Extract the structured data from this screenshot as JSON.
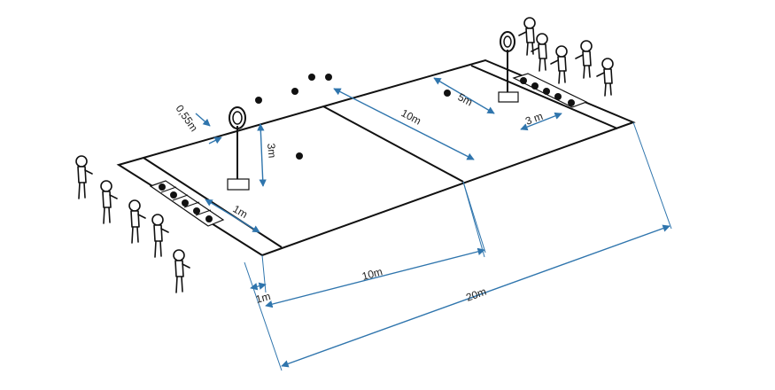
{
  "dimensions": {
    "half_court_length_label": "10m",
    "total_length_label": "20m",
    "upper_length_label": "10m",
    "target_offset_label": "5m",
    "tray_width_label": "3 m",
    "base_offset_label": "1m",
    "side_offset_label": "1m",
    "target_height_label": "3m",
    "ring_size_label": "0,55m"
  },
  "colors": {
    "dimension_lines": "#2f75ad",
    "court_lines": "#111111",
    "figures": "#111111"
  },
  "icons": {
    "target": "ring-target-icon",
    "person": "person-icon",
    "ball": "ball-icon"
  }
}
